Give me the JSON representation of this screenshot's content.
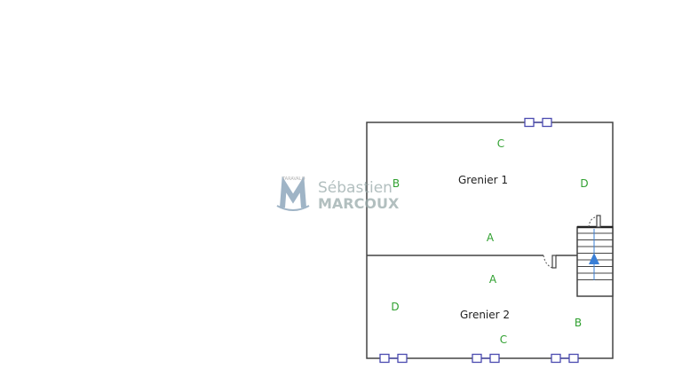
{
  "rooms": [
    {
      "name": "Grenier 1",
      "walls": {
        "top": "C",
        "left": "B",
        "right": "D",
        "bottom": "A"
      }
    },
    {
      "name": "Grenier 2",
      "walls": {
        "top": "A",
        "left": "D",
        "right": "B",
        "bottom": "C"
      }
    }
  ],
  "watermark": {
    "line1": "Sébastien",
    "line2": "MARCOUX",
    "small": "TARAVALO"
  },
  "colors": {
    "wall_label": "#2fa02f",
    "window": "#4a4ab0",
    "arrow": "#3a7fd6"
  }
}
